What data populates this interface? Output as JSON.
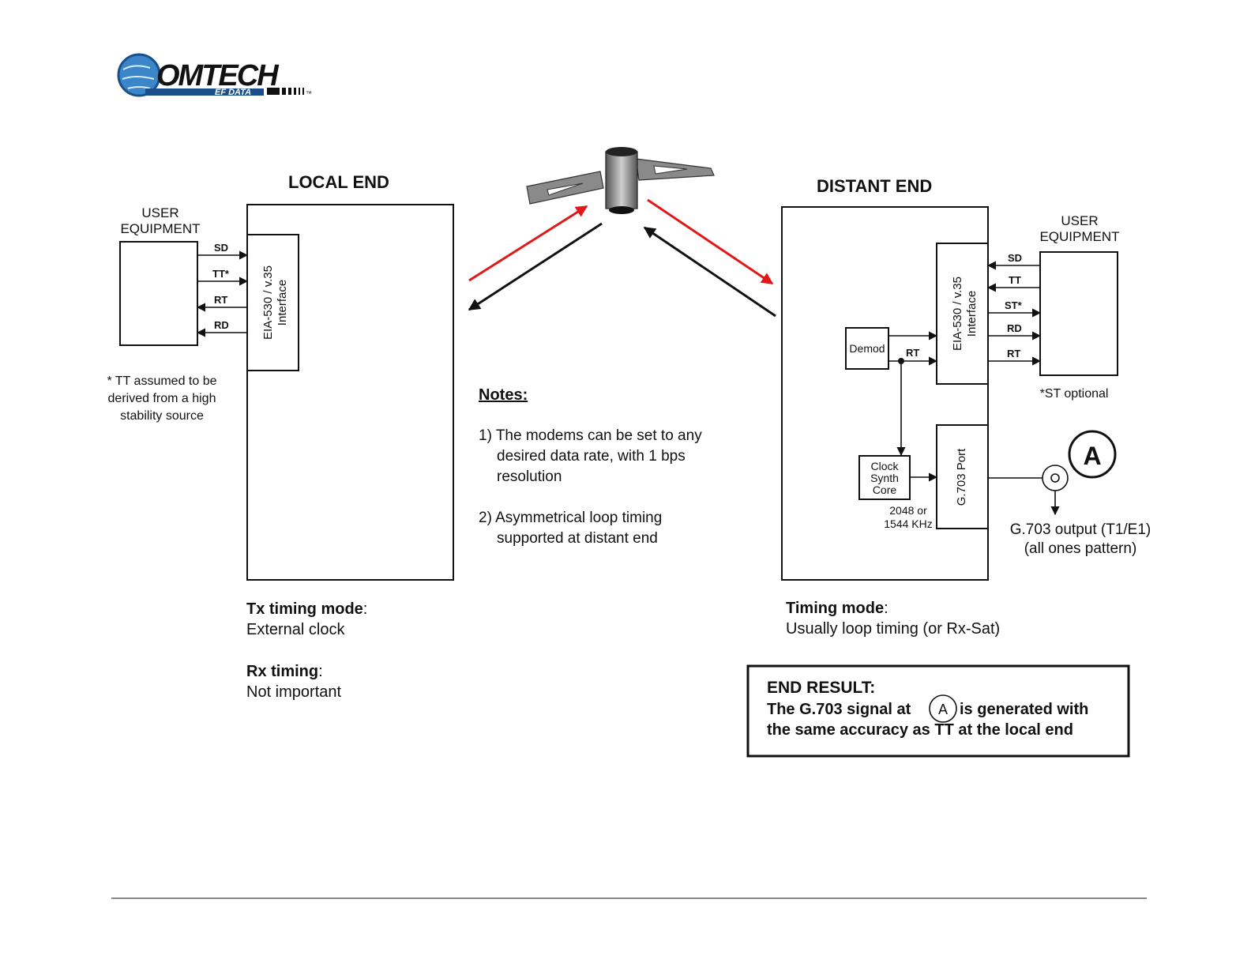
{
  "logo": {
    "brand_word": "OMTECH",
    "brand_initial": "C",
    "brand_sub": "EF DATA",
    "trademark": "™"
  },
  "local_end": {
    "title": "LOCAL END",
    "user_equipment": [
      "USER",
      "EQUIPMENT"
    ],
    "interface_label": [
      "EIA-530 / v.35",
      "Interface"
    ],
    "signals": [
      "SD",
      "TT*",
      "RT",
      "RD"
    ],
    "footnote": [
      "* TT assumed to be",
      "derived from a high",
      "stability source"
    ],
    "tx_heading": "Tx timing mode",
    "tx_colon": ":",
    "tx_value": "External clock",
    "rx_heading": "Rx timing",
    "rx_colon": ":",
    "rx_value": "Not important"
  },
  "notes": {
    "heading": "Notes:",
    "note1": [
      "1) The modems can be set to any",
      "desired data rate, with 1 bps",
      "resolution"
    ],
    "note2": [
      "2) Asymmetrical loop timing",
      "supported at distant end"
    ]
  },
  "distant_end": {
    "title": "DISTANT END",
    "user_equipment": [
      "USER",
      "EQUIPMENT"
    ],
    "interface_label": [
      "EIA-530 / v.35",
      "Interface"
    ],
    "signals": [
      "SD",
      "TT",
      "ST*",
      "RD",
      "RT"
    ],
    "demod_label": "Demod",
    "demod_rt_label": "RT",
    "clock_label": [
      "Clock",
      "Synth",
      "Core"
    ],
    "clock_freq": [
      "2048 or",
      "1544 KHz"
    ],
    "g703_port_label": "G.703 Port",
    "st_note": "*ST optional",
    "marker_letter": "A",
    "output_label": [
      "G.703 output (T1/E1)",
      "(all ones pattern)"
    ],
    "timing_heading": "Timing mode",
    "timing_colon": ":",
    "timing_value": "Usually loop timing (or Rx-Sat)"
  },
  "end_result": {
    "heading": "END RESULT:",
    "line1_before": "The G.703 signal at",
    "marker": "A",
    "line1_after": "is generated with",
    "line2": "the same accuracy as TT at the local end"
  },
  "colors": {
    "uplink_arrow": "#e01818",
    "downlink_arrow": "#111111",
    "logo_blue": "#1a4f8c",
    "logo_globe": "#3a86c8"
  }
}
